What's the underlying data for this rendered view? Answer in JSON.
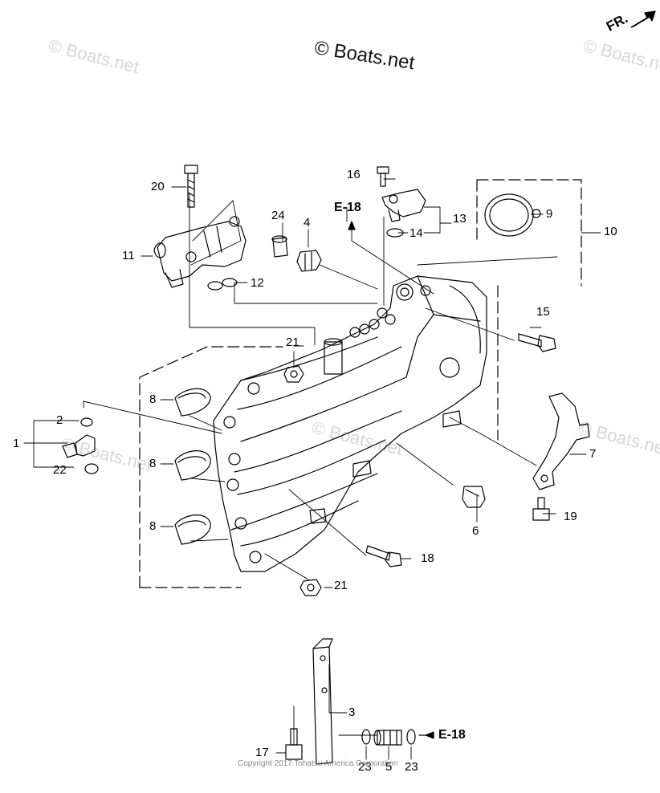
{
  "watermark": {
    "text": "© Boats.net"
  },
  "copyright_top": "© Boats.net",
  "copyright_bottom": "Copyright 2017 Tohatsu America Corporation",
  "direction_label": "FR.",
  "reference_labels": {
    "upper": "E-18",
    "lower": "E-18"
  },
  "callouts": [
    {
      "id": "c1",
      "text": "1"
    },
    {
      "id": "c2",
      "text": "2"
    },
    {
      "id": "c3",
      "text": "3"
    },
    {
      "id": "c4",
      "text": "4"
    },
    {
      "id": "c5",
      "text": "5"
    },
    {
      "id": "c6",
      "text": "6"
    },
    {
      "id": "c7",
      "text": "7"
    },
    {
      "id": "c8a",
      "text": "8"
    },
    {
      "id": "c8b",
      "text": "8"
    },
    {
      "id": "c8c",
      "text": "8"
    },
    {
      "id": "c9",
      "text": "9"
    },
    {
      "id": "c10",
      "text": "10"
    },
    {
      "id": "c11",
      "text": "11"
    },
    {
      "id": "c12",
      "text": "12"
    },
    {
      "id": "c13",
      "text": "13"
    },
    {
      "id": "c14",
      "text": "14"
    },
    {
      "id": "c15",
      "text": "15"
    },
    {
      "id": "c16",
      "text": "16"
    },
    {
      "id": "c17",
      "text": "17"
    },
    {
      "id": "c18",
      "text": "18"
    },
    {
      "id": "c19",
      "text": "19"
    },
    {
      "id": "c20",
      "text": "20"
    },
    {
      "id": "c21a",
      "text": "21"
    },
    {
      "id": "c21b",
      "text": "21"
    },
    {
      "id": "c22",
      "text": "22"
    },
    {
      "id": "c23a",
      "text": "23"
    },
    {
      "id": "c23b",
      "text": "23"
    },
    {
      "id": "c24",
      "text": "24"
    }
  ]
}
